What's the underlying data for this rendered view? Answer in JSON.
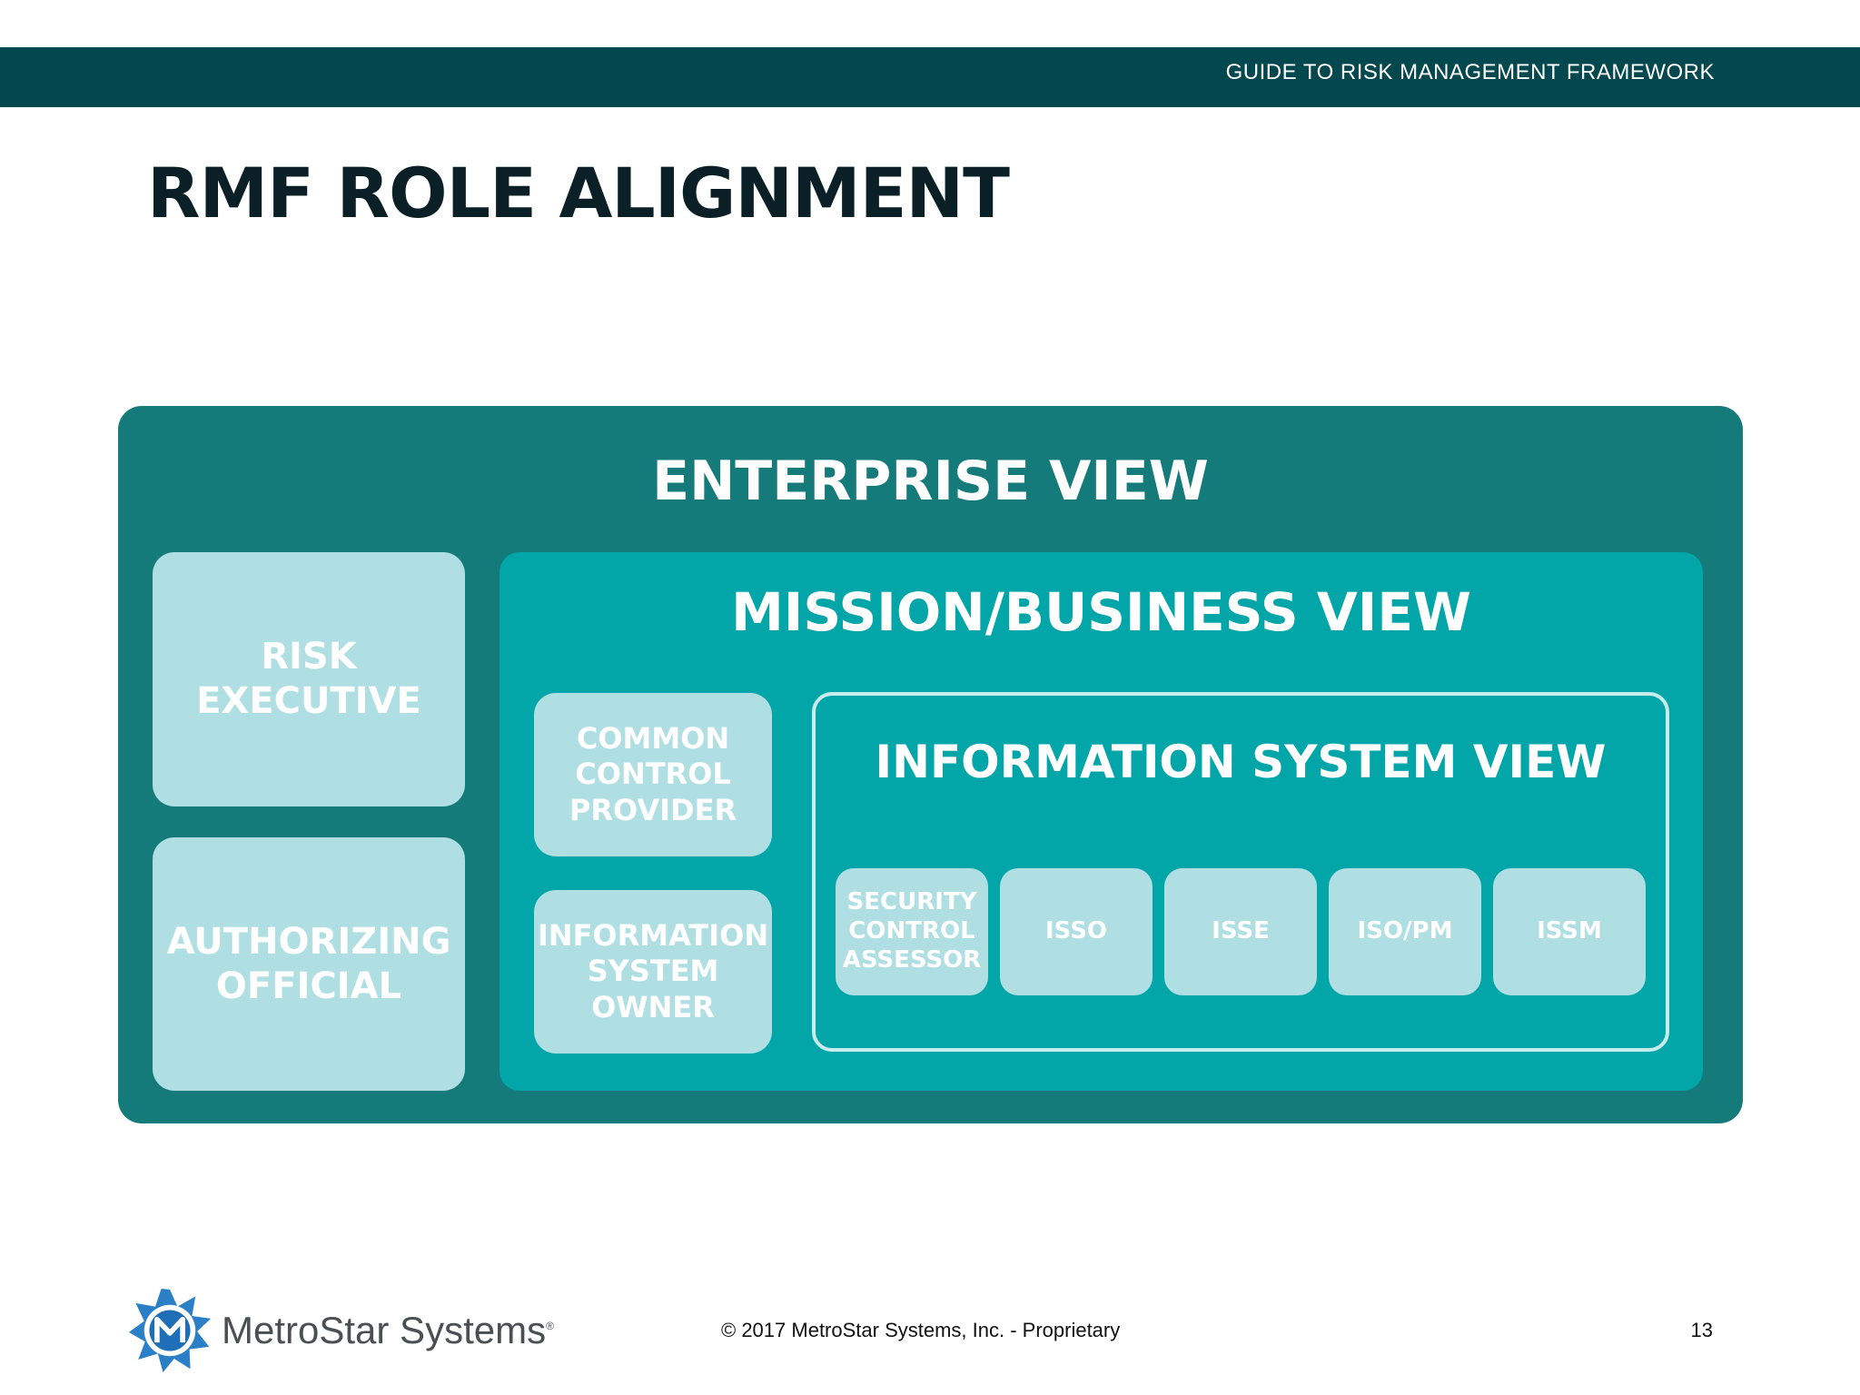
{
  "header": {
    "title": "GUIDE TO RISK MANAGEMENT FRAMEWORK"
  },
  "slide": {
    "title": "RMF ROLE ALIGNMENT"
  },
  "enterprise": {
    "title": "ENTERPRISE VIEW",
    "risk_executive": [
      "RISK",
      "EXECUTIVE"
    ],
    "authorizing_official": [
      "AUTHORIZING",
      "OFFICIAL"
    ]
  },
  "mission": {
    "title": "MISSION/BUSINESS VIEW",
    "common_control_provider": [
      "COMMON",
      "CONTROL",
      "PROVIDER"
    ],
    "information_system_owner": [
      "INFORMATION",
      "SYSTEM",
      "OWNER"
    ]
  },
  "information_system": {
    "title": "INFORMATION SYSTEM VIEW",
    "roles": [
      [
        "SECURITY",
        "CONTROL",
        "ASSESSOR"
      ],
      [
        "ISSO"
      ],
      [
        "ISSE"
      ],
      [
        "ISO/PM"
      ],
      [
        "ISSM"
      ]
    ]
  },
  "footer": {
    "brand": "MetroStar Systems",
    "registered_mark": "®",
    "copyright": "© 2017 MetroStar Systems, Inc. - Proprietary",
    "page_number": "13"
  },
  "colors": {
    "header_bar": "#03474f",
    "enterprise": "#147b7a",
    "mission": "#02a5a8",
    "role_box": "#afdfe2",
    "title_text": "#0b1f26"
  },
  "icons": {
    "logo": "metrostar-star-logo-icon"
  }
}
